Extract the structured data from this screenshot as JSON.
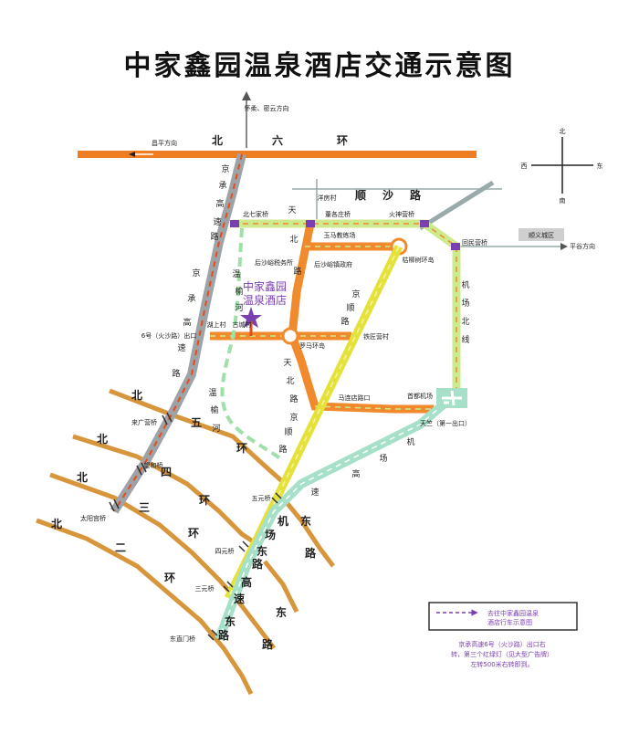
{
  "title": "中家鑫园温泉酒店交通示意图",
  "colors": {
    "sixth_ring": "#ef7d22",
    "ring_roads": "#d8963c",
    "jingcheng": "#9ea3a7",
    "airport_road": "#a6e0c8",
    "jingshun": "#e4e23a",
    "orange_route": "#f08a2c",
    "green_lane": "#cdea8e",
    "route_arrow": "#e84a1a",
    "hotel_star": "#7a3fb0"
  },
  "compass": {
    "north": "北",
    "south": "南",
    "east": "东",
    "west": "西"
  },
  "roads": {
    "sixth_ring": [
      "北",
      "六",
      "环"
    ],
    "fifth_ring": [
      "北",
      "五",
      "环"
    ],
    "fourth_ring": [
      "北",
      "四",
      "环"
    ],
    "third_ring": [
      "北",
      "三",
      "环"
    ],
    "second_ring": [
      "北",
      "二",
      "环"
    ],
    "jingcheng_upper": [
      "京",
      "承",
      "高",
      "速",
      "路"
    ],
    "jingcheng_lower": [
      "京",
      "承",
      "高",
      "速",
      "路"
    ],
    "shunsha": [
      "顺",
      "沙",
      "路"
    ],
    "tianbei": [
      "天",
      "北",
      "路"
    ],
    "tianbei_lower": [
      "天",
      "北",
      "路"
    ],
    "jingshun": [
      "京",
      "顺",
      "路"
    ],
    "jingshun_lower": [
      "京",
      "顺",
      "路"
    ],
    "airport_north": [
      "机",
      "场",
      "北",
      "线"
    ],
    "airport_express": [
      "机",
      "场",
      "高",
      "速"
    ],
    "airport_east": [
      "机",
      "场",
      "东",
      "路"
    ],
    "highway_east": [
      "高",
      "速",
      "东",
      "路"
    ],
    "east_fourth": [
      "东",
      "路"
    ],
    "wenyu": [
      "温",
      "榆",
      "河"
    ],
    "wenyu_lower": [
      "温",
      "榆",
      "河"
    ],
    "hotel_east": [
      "东",
      "路"
    ]
  },
  "places": {
    "huairou": "怀柔、密云方向",
    "changping": "昌平方向",
    "pinggu": "平谷方向",
    "shunyi": "顺义城区",
    "yangfangcun": "洋房村",
    "beiqijia": "北七家桥",
    "dongge": "董各庄桥",
    "huoshen": "火神营桥",
    "huimin": "回民营桥",
    "yuma": "玉马教练场",
    "tax": "后沙峪税务所",
    "town_gov": "后沙峪镇政府",
    "gusong": "枯柳树环岛",
    "hushang": "湖上村",
    "gucheng": "古城村",
    "exit6": "6号（火沙路）出口",
    "luoma": "罗马环岛",
    "tiezhuang": "铁匠营村",
    "malian": "马连店路口",
    "airport": "首都机场",
    "tianzhu": "天竺（第一出口）",
    "laiguang": "来广营桥",
    "wanghe": "望和桥",
    "taiyanggong": "太阳宫桥",
    "wuyuan": "五元桥",
    "siyuan": "四元桥",
    "sanyuan": "三元桥",
    "dongzhimen": "东直门桥"
  },
  "hotel": {
    "line1": "中家鑫园",
    "line2": "温泉酒店"
  },
  "legend": {
    "line1": "去往中家鑫园温泉",
    "line2": "酒店行车示意图"
  },
  "note": {
    "line1": "京承高速6号（火沙路）出口右",
    "line2": "转，第三个红绿灯（见大型广告牌）",
    "line3": "左转500米右转即到。"
  }
}
